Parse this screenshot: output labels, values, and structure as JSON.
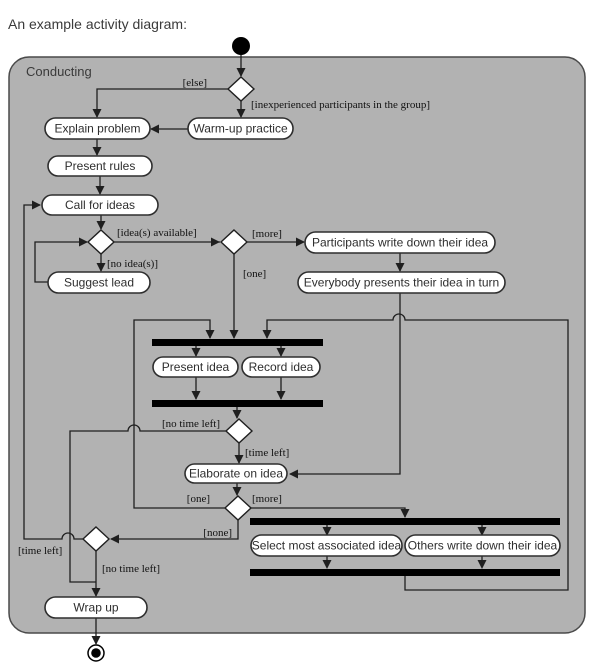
{
  "page": {
    "title": "An example activity diagram:"
  },
  "activity": {
    "partition_label": "Conducting"
  },
  "nodes": {
    "explain_problem": "Explain problem",
    "warm_up": "Warm-up practice",
    "present_rules": "Present rules",
    "call_for_ideas": "Call for ideas",
    "suggest_lead": "Suggest lead",
    "participants_write": "Participants write down their idea",
    "everybody_presents": "Everybody presents their idea in turn",
    "present_idea": "Present idea",
    "record_idea": "Record idea",
    "elaborate": "Elaborate on idea",
    "select_most": "Select most associated idea",
    "others_write": "Others write down their idea",
    "wrap_up": "Wrap up"
  },
  "guards": {
    "else": "[else]",
    "inexperienced": "[inexperienced participants in the group]",
    "ideas_available": "[idea(s) available]",
    "no_ideas": "[no idea(s)]",
    "more_top": "[more]",
    "one_top": "[one]",
    "no_time_left_mid": "[no time left]",
    "time_left_mid": "[time left]",
    "one_mid": "[one]",
    "more_mid": "[more]",
    "none": "[none]",
    "time_left_bottom": "[time left]",
    "no_time_left_bottom": "[no time left]"
  },
  "colors": {
    "partition_fill": "#b2b2b2",
    "partition_border": "#4a4a4a",
    "node_fill": "#ffffff",
    "line": "#1f1f1f"
  }
}
